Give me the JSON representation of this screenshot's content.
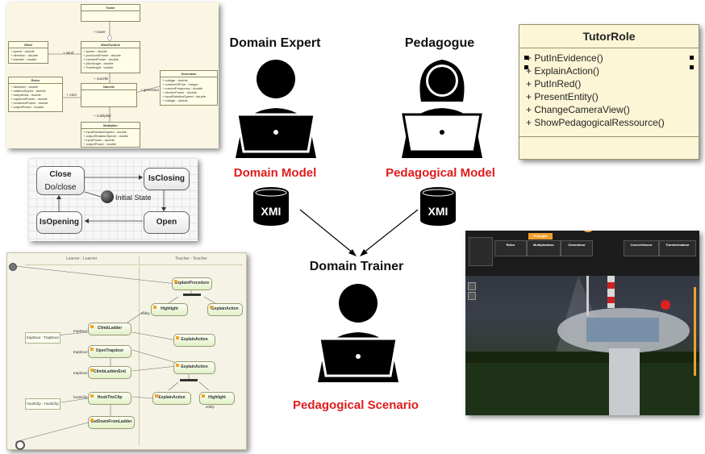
{
  "roles": {
    "domain_expert": "Domain Expert",
    "pedagogue": "Pedagogue",
    "domain_trainer": "Domain Trainer"
  },
  "outputs": {
    "domain_model": "Domain Model",
    "pedagogical_model": "Pedagogical Model",
    "pedagogical_scenario": "Pedagogical Scenario"
  },
  "xmi_label": "XMI",
  "colors": {
    "output_label": "#e01b1b",
    "figure": "#000000"
  },
  "tutor_role": {
    "title": "TutorRole",
    "operations": [
      "+ PutInEvidence()",
      "+ ExplainAction()",
      "+ PutInRed()",
      "+ PresentEntity()",
      "+ ChangeCameraView()",
      "+ ShowPedagogicalRessource()"
    ]
  },
  "class_diagram": {
    "tower": {
      "name": "Tower",
      "attrs": []
    },
    "wind": {
      "name": "Wind",
      "attrs": [
        "+ speed : double",
        "+ direction : double",
        "+ transfer : double"
      ]
    },
    "wind_turbine": {
      "name": "WindTurbine",
      "attrs": [
        "+ speed : double",
        "+ producedPower : double",
        "+ incidentPower : double",
        "+ pitchAngle : double",
        "+ TowHeight : double"
      ]
    },
    "rotor": {
      "name": "Rotor",
      "attrs": [
        "+ diameter : double",
        "+ rotationSpeed : double",
        "+ sweptArea : double",
        "+ capturedPower : double",
        "+ extractedPower : double",
        "+ outputPower : double"
      ]
    },
    "nacelle": {
      "name": "Nacelle",
      "attrs": []
    },
    "generator": {
      "name": "Generator",
      "attrs": [
        "+ voltage : double",
        "+ numberOfPole : integer",
        "+ currentFrequency : double",
        "+ electricPower : double",
        "+ inputRotationSpeed : double",
        "+ voltage : double"
      ]
    },
    "multiplier": {
      "name": "Multiplier",
      "attrs": [
        "+ inputRotationSpeed : double",
        "+ outputRotationSpeed : double",
        "+ inputPower : double",
        "+ outputPower : double"
      ]
    },
    "links": [
      "+ tower",
      "+ wind",
      "+ nacelle",
      "+ rotor",
      "+ generator",
      "+ multiplier"
    ]
  },
  "state_machine": {
    "close": "Close",
    "close_do": "Do/close",
    "is_closing": "IsClosing",
    "is_opening": "IsOpening",
    "open": "Open",
    "initial": "Initial State"
  },
  "activity": {
    "lane_learner": "Learner : Learner",
    "lane_teacher": "Teacher : Teacher",
    "nodes": {
      "explain_procedure": "ExplainProcedure",
      "highlight_1": "Highlight",
      "explain_action_1": "ExplainAction",
      "climb_ladder": "ClimbLadder",
      "explain_action_2": "ExplainAction",
      "open_trapdoor": "OpenTrapdoor",
      "climb_ladder_end": "ClimbLadderEnd",
      "explain_action_3": "ExplainAction",
      "hook_the_clip": "HookTheClip",
      "explain_action_4": "ExplainAction",
      "highlight_2": "Highlight",
      "get_down": "GetDownFromLadder"
    },
    "labels": {
      "trapdoor_obj": "trapDoor : TrapDoor",
      "hookclip_obj": "hookClip : HookClip",
      "trapdoor": "trapDoor",
      "hookclip": "hookClip",
      "entity": "entity"
    }
  },
  "sim_ui": {
    "panels": [
      "Rotor",
      "Multiplicateur",
      "Generateur",
      "Convertisseur",
      "Transformateur"
    ],
    "active_tab": "Principal"
  }
}
